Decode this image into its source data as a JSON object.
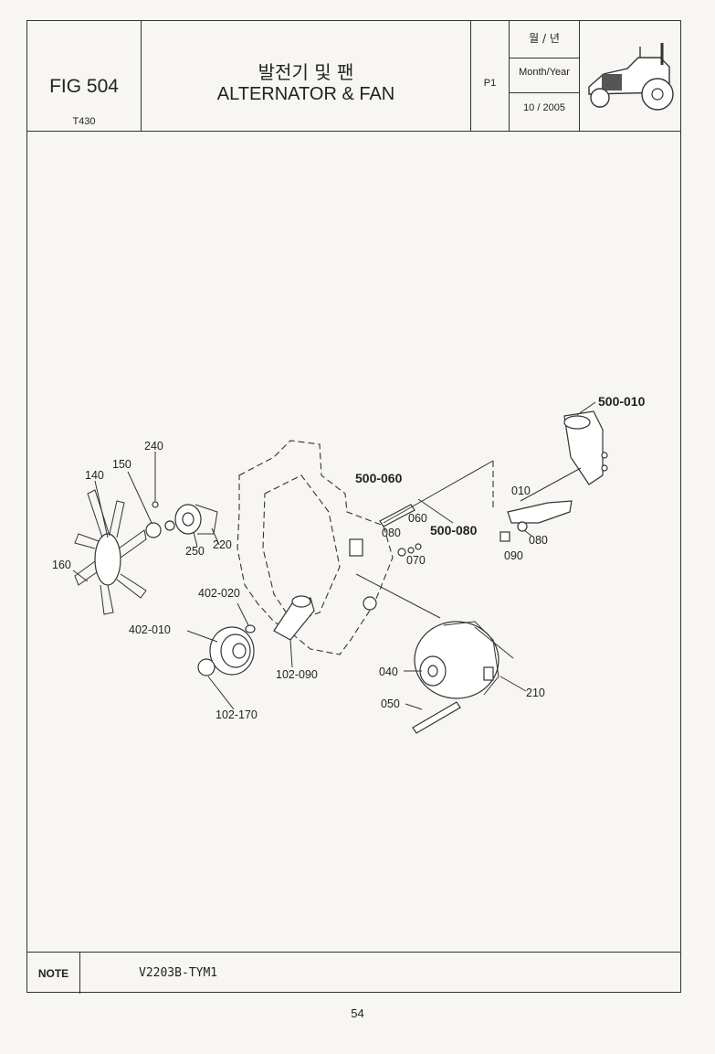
{
  "header": {
    "fig_label": "FIG 504",
    "model": "T430",
    "title_ko": "발전기 및 팬",
    "title_en": "ALTERNATOR & FAN",
    "page": "P1",
    "date_label_ko": "월 / 년",
    "date_label_en": "Month/Year",
    "date_value": "10 / 2005",
    "tractor_icon": "tractor-icon"
  },
  "parts": {
    "p240": "240",
    "p140": "140",
    "p150": "150",
    "p160": "160",
    "p250": "250",
    "p220": "220",
    "p402_020": "402-020",
    "p402_010": "402-010",
    "p102_090": "102-090",
    "p102_170": "102-170",
    "p500_060": "500-060",
    "p500_080": "500-080",
    "p500_010": "500-010",
    "p080a": "080",
    "p060": "060",
    "p070": "070",
    "p010": "010",
    "p080b": "080",
    "p090": "090",
    "p040": "040",
    "p050": "050",
    "p210": "210"
  },
  "note": {
    "label": "NOTE",
    "text": "V2203B-TYM1"
  },
  "page_number": "54"
}
